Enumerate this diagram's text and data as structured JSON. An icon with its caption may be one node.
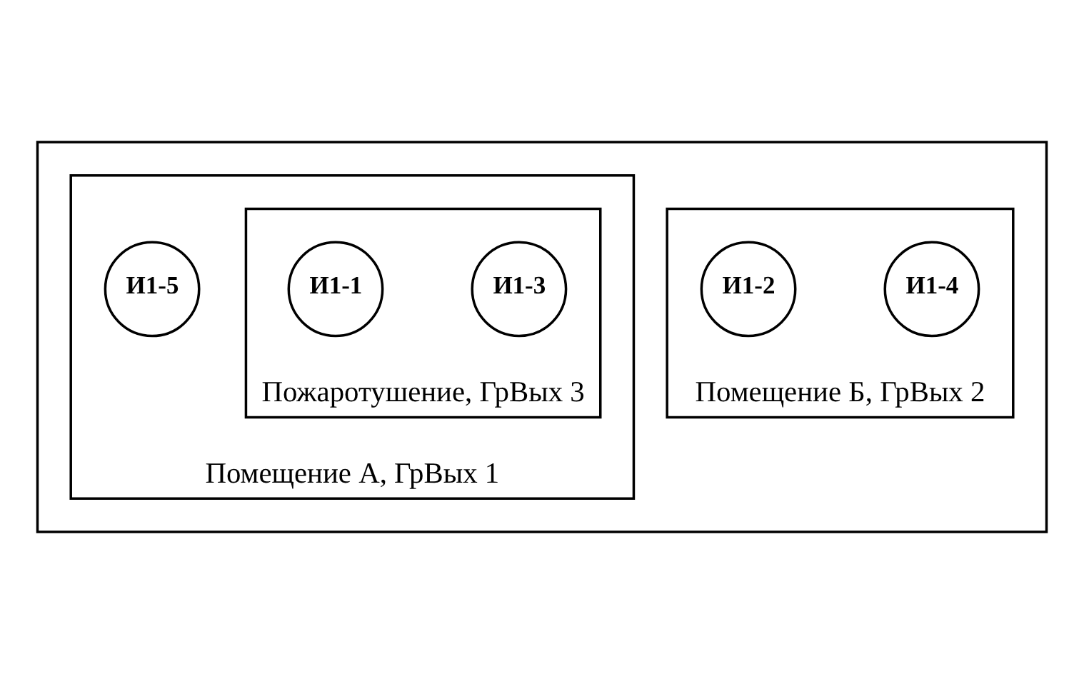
{
  "diagram": {
    "nodes": [
      {
        "text": [],
        "shape": "box"
      },
      {
        "text": [
          "Помещение А, ГрВых 1"
        ],
        "in": 0
      },
      {
        "text": [
          "Пожаротушение, ГрВых 3"
        ],
        "in": 1
      },
      {
        "text": [
          "И1-1"
        ],
        "in": 2
      },
      {
        "text": [
          "И1-3"
        ],
        "in": 2
      },
      {
        "text": [
          "И1-5"
        ],
        "in": 1
      },
      {
        "text": [
          "Помещение Б, ГрВых 2"
        ],
        "in": 0
      },
      {
        "text": [
          "И1-2"
        ],
        "in": 6
      },
      {
        "text": [
          "И1-4"
        ],
        "in": 6
      }
    ],
    "edges": []
  }
}
